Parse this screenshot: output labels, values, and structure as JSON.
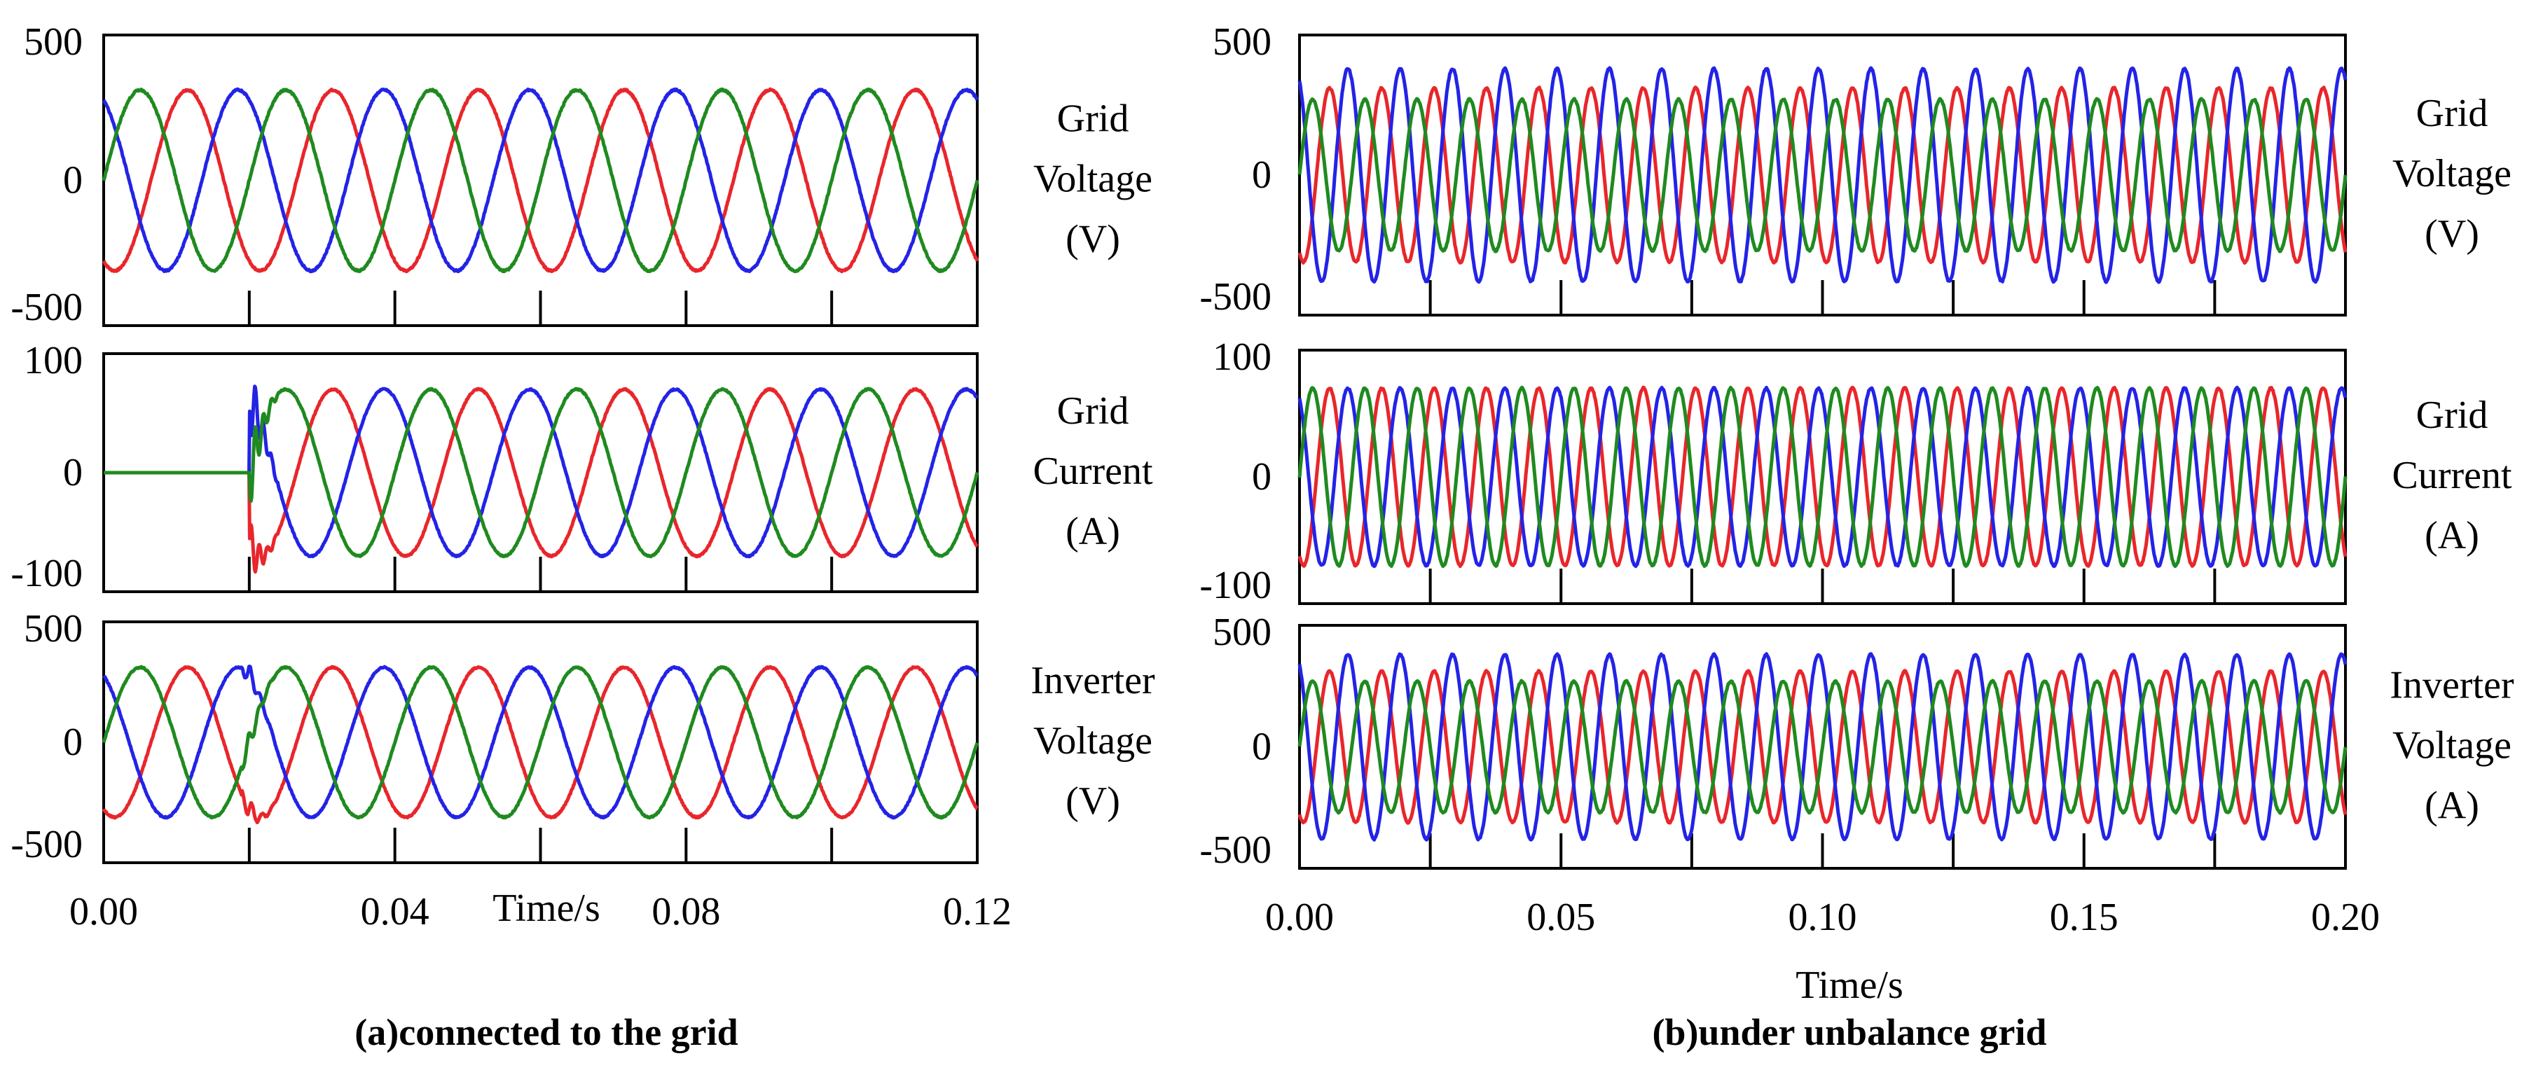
{
  "chart_data": [
    {
      "type": "line",
      "caption": "(a)connected to the grid",
      "xlabel": "Time/s",
      "xlim": [
        0,
        0.12
      ],
      "xticks": [
        "0.00",
        "0.04",
        "0.08",
        "0.12"
      ],
      "colors": {
        "phase_a": "#e8262b",
        "phase_b": "#2323e6",
        "phase_c": "#1f8a1f"
      },
      "panels": [
        {
          "label_lines": [
            "Grid",
            "Voltage",
            "(V)"
          ],
          "ylim": [
            -500,
            500
          ],
          "yticks": [
            "500",
            "0",
            "-500"
          ],
          "frequency_hz": 50,
          "amplitude": [
            311,
            311,
            311
          ],
          "start_time": 0,
          "transient": "none"
        },
        {
          "label_lines": [
            "Grid",
            "Current",
            "(A)"
          ],
          "ylim": [
            -100,
            100
          ],
          "yticks": [
            "100",
            "0",
            "-100"
          ],
          "frequency_hz": 50,
          "amplitude": [
            70,
            70,
            70
          ],
          "start_time": 0.02,
          "transient": "startup"
        },
        {
          "label_lines": [
            "Inverter",
            "Voltage",
            "(V)"
          ],
          "ylim": [
            -500,
            500
          ],
          "yticks": [
            "500",
            "0",
            "-500"
          ],
          "frequency_hz": 50,
          "amplitude": [
            311,
            311,
            311
          ],
          "start_time": 0,
          "transient": "disturbance"
        }
      ]
    },
    {
      "type": "line",
      "caption": "(b)under unbalance  grid",
      "xlabel": "Time/s",
      "xlim": [
        0,
        0.2
      ],
      "xticks": [
        "0.00",
        "0.05",
        "0.10",
        "0.15",
        "0.20"
      ],
      "colors": {
        "phase_a": "#e8262b",
        "phase_b": "#2323e6",
        "phase_c": "#1f8a1f"
      },
      "panels": [
        {
          "label_lines": [
            "Grid",
            "Voltage",
            "(V)"
          ],
          "ylim": [
            -500,
            500
          ],
          "yticks": [
            "500",
            "0",
            "-500"
          ],
          "frequency_hz": 100,
          "amplitude": [
            311,
            380,
            270
          ],
          "start_time": 0,
          "transient": "none"
        },
        {
          "label_lines": [
            "Grid",
            "Current",
            "(A)"
          ],
          "ylim": [
            -100,
            100
          ],
          "yticks": [
            "100",
            "0",
            "-100"
          ],
          "frequency_hz": 100,
          "amplitude": [
            70,
            70,
            70
          ],
          "start_time": 0,
          "transient": "none"
        },
        {
          "label_lines": [
            "Inverter",
            "Voltage",
            "(A)"
          ],
          "ylim": [
            -500,
            500
          ],
          "yticks": [
            "500",
            "0",
            "-500"
          ],
          "frequency_hz": 100,
          "amplitude": [
            311,
            380,
            270
          ],
          "start_time": 0,
          "transient": "none"
        }
      ]
    }
  ]
}
